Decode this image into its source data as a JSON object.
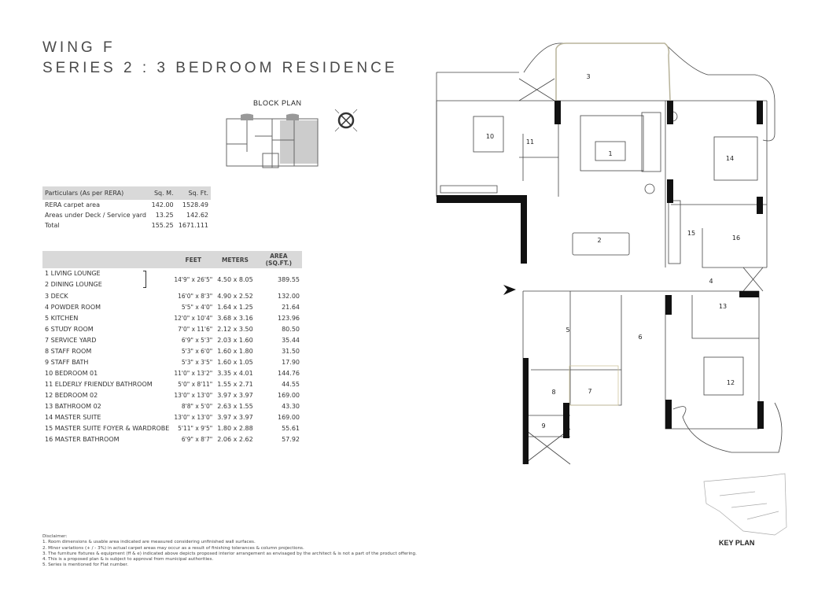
{
  "header": {
    "line1": "WING F",
    "line2": "SERIES 2 : 3 BEDROOM RESIDENCE"
  },
  "block_plan": {
    "label": "BLOCK PLAN",
    "compass_icon": "compass-icon"
  },
  "rera_table": {
    "headers": [
      "Particulars (As per RERA)",
      "Sq. M.",
      "Sq. Ft."
    ],
    "rows": [
      [
        "RERA carpet area",
        "142.00",
        "1528.49"
      ],
      [
        "Areas under Deck / Service yard",
        "13.25",
        "142.62"
      ],
      [
        "Total",
        "155.25",
        "1671.111"
      ]
    ]
  },
  "room_table": {
    "headers": [
      "",
      "FEET",
      "METERS",
      "AREA (SQ.FT.)"
    ],
    "merged": {
      "names": [
        "1 LIVING LOUNGE",
        "2 DINING LOUNGE"
      ],
      "feet": "14'9\" x 26'5\"",
      "meters": "4.50 x 8.05",
      "area": "389.55"
    },
    "rows": [
      [
        "3 DECK",
        "16'0\" x 8'3\"",
        "4.90 x 2.52",
        "132.00"
      ],
      [
        "4 POWDER ROOM",
        "5'5\" x 4'0\"",
        "1.64 x 1.25",
        "21.64"
      ],
      [
        "5 KITCHEN",
        "12'0\" x 10'4\"",
        "3.68 x 3.16",
        "123.96"
      ],
      [
        "6 STUDY ROOM",
        "7'0\" x 11'6\"",
        "2.12 x 3.50",
        "80.50"
      ],
      [
        "7 SERVICE YARD",
        "6'9\" x 5'3\"",
        "2.03 x 1.60",
        "35.44"
      ],
      [
        "8 STAFF ROOM",
        "5'3\" x 6'0\"",
        "1.60 x 1.80",
        "31.50"
      ],
      [
        "9 STAFF BATH",
        "5'3\" x 3'5\"",
        "1.60 x 1.05",
        "17.90"
      ],
      [
        "10 BEDROOM 01",
        "11'0\" x 13'2\"",
        "3.35 x 4.01",
        "144.76"
      ],
      [
        "11 ELDERLY FRIENDLY BATHROOM",
        "5'0\" x 8'11\"",
        "1.55 x 2.71",
        "44.55"
      ],
      [
        "12 BEDROOM 02",
        "13'0\" x 13'0\"",
        "3.97 x 3.97",
        "169.00"
      ],
      [
        "13 BATHROOM 02",
        "8'8\" x 5'0\"",
        "2.63 x 1.55",
        "43.30"
      ],
      [
        "14 MASTER SUITE",
        "13'0\" x 13'0\"",
        "3.97 x 3.97",
        "169.00"
      ],
      [
        "15 MASTER SUITE FOYER & WARDROBE",
        "5'11\" x 9'5\"",
        "1.80 x 2.88",
        "55.61"
      ],
      [
        "16 MASTER BATHROOM",
        "6'9\" x 8'7\"",
        "2.06 x 2.62",
        "57.92"
      ]
    ]
  },
  "disclaimer": {
    "title": "Disclaimer:",
    "items": [
      "1. Room dimensions & usable area indicated are measured considering unfinished wall surfaces.",
      "2. Minor variations (+ / - 3%) in actual carpet areas may occur as a result of finishing tolerances & column projections.",
      "3. The furniture fixtures & equipment (ff & e) indicated above depicts proposed interior arrangement as envisaged by the architect & is not a part of the product offering.",
      "4. This is a proposed plan & is subject to approval from municipal authorities.",
      "5. Series is mentioned for Flat number."
    ]
  },
  "floor_plan": {
    "room_labels": [
      "1",
      "2",
      "3",
      "4",
      "5",
      "6",
      "7",
      "8",
      "9",
      "10",
      "11",
      "12",
      "13",
      "14",
      "15",
      "16"
    ],
    "entrance_icon": "entrance-arrow-icon"
  },
  "key_plan": {
    "label": "KEY PLAN"
  }
}
